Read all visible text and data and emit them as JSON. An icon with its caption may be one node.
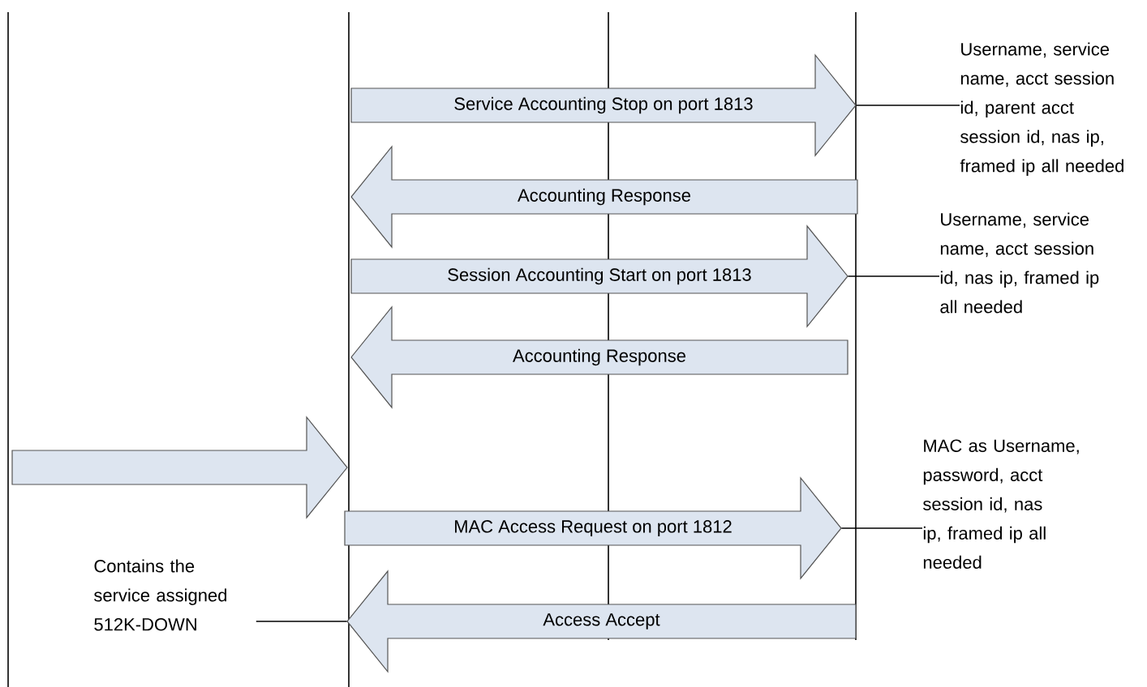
{
  "diagram": {
    "nodes": [
      {
        "text": [
          "Service Accounting Stop on port 1813"
        ]
      },
      {
        "text": [
          "Accounting Response"
        ]
      },
      {
        "text": [
          "Session Accounting Start on port 1813"
        ]
      },
      {
        "text": [
          "Accounting Response"
        ]
      },
      {
        "text": [],
        "shape": "arrow"
      },
      {
        "text": [
          "MAC Access Request on port 1812"
        ]
      },
      {
        "text": [
          "Access Accept"
        ]
      },
      {
        "text": [
          "Username, service name, acct session id, parent acct session id, nas ip, framed ip all needed"
        ]
      },
      {
        "text": [
          "Username, service name, acct session id, nas ip, framed ip all needed"
        ]
      },
      {
        "text": [
          "MAC as Username, password, acct session id, nas ip, framed ip all needed"
        ]
      },
      {
        "text": [
          "Contains the service assigned 512K-DOWN"
        ]
      }
    ],
    "edges": [
      {
        "from": 7,
        "to": 0,
        "arrow": "none"
      },
      {
        "from": 8,
        "to": 2,
        "arrow": "none"
      },
      {
        "from": 9,
        "to": 5,
        "arrow": "none"
      },
      {
        "from": 10,
        "to": 6,
        "arrow": "none"
      }
    ]
  }
}
